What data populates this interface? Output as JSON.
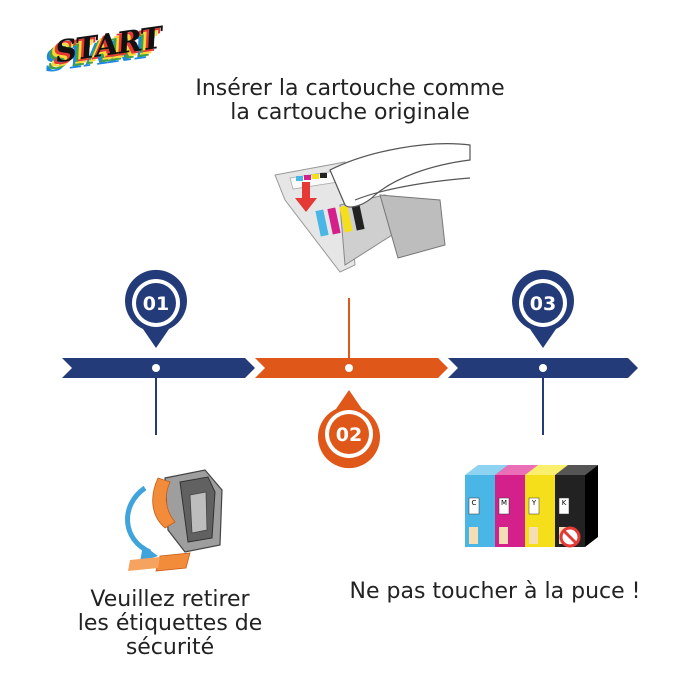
{
  "logo": {
    "text": "START"
  },
  "captions": {
    "top": [
      "Insérer la cartouche comme",
      "la cartouche originale"
    ],
    "left": [
      "Veuillez retirer",
      "les étiquettes de",
      "sécurité"
    ],
    "right": "Ne pas toucher à la puce !"
  },
  "steps": [
    {
      "number": "01",
      "color": "#233b78"
    },
    {
      "number": "02",
      "color": "#e0571a"
    },
    {
      "number": "03",
      "color": "#233b78"
    }
  ],
  "cartridges": [
    {
      "letter": "C",
      "color": "#49b6e6"
    },
    {
      "letter": "M",
      "color": "#d4208a"
    },
    {
      "letter": "Y",
      "color": "#f5df1a"
    },
    {
      "letter": "K",
      "color": "#222222"
    }
  ],
  "colors": {
    "navy": "#233b78",
    "orange": "#e0571a"
  }
}
